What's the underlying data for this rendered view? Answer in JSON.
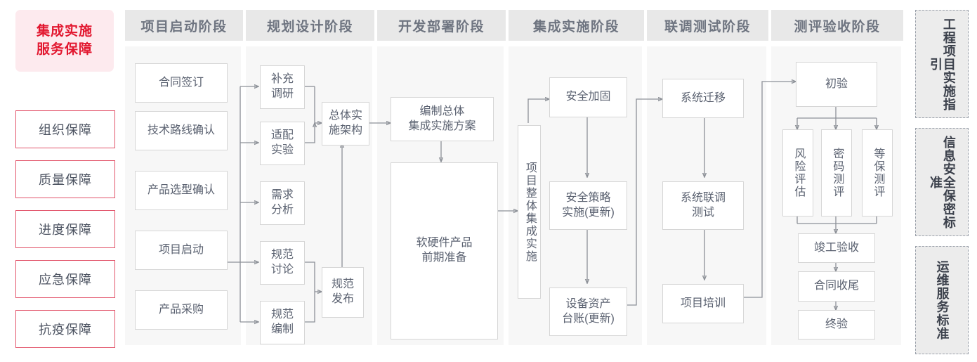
{
  "left_panel": {
    "title": "集成实施\n服务保障",
    "title_line1": "集成实施",
    "title_line2": "服务保障",
    "accent_color": "#e2172f",
    "border_color": "#e2556b",
    "background_color": "#fdeaee",
    "items": [
      {
        "label": "组织保障"
      },
      {
        "label": "质量保障"
      },
      {
        "label": "进度保障"
      },
      {
        "label": "应急保障"
      },
      {
        "label": "抗疫保障"
      }
    ]
  },
  "phases": [
    {
      "id": "startup",
      "header": "项目启动阶段",
      "nodes": [
        {
          "id": "contract",
          "label": "合同签订"
        },
        {
          "id": "tech-route",
          "label": "技术路线确认"
        },
        {
          "id": "product-select",
          "label": "产品选型确认"
        },
        {
          "id": "project-start",
          "label": "项目启动"
        },
        {
          "id": "product-purchase",
          "label": "产品采购"
        }
      ]
    },
    {
      "id": "planning",
      "header": "规划设计阶段",
      "nodes": [
        {
          "id": "supp-research",
          "label": "补充\n调研",
          "line1": "补充",
          "line2": "调研"
        },
        {
          "id": "adapt-test",
          "label": "适配\n实验",
          "line1": "适配",
          "line2": "实验"
        },
        {
          "id": "req-analysis",
          "label": "需求\n分析",
          "line1": "需求",
          "line2": "分析"
        },
        {
          "id": "spec-discuss",
          "label": "规范\n讨论",
          "line1": "规范",
          "line2": "讨论"
        },
        {
          "id": "spec-draft",
          "label": "规范\n编制",
          "line1": "规范",
          "line2": "编制"
        },
        {
          "id": "overall-arch",
          "label": "总体实\n施架构",
          "line1": "总体实",
          "line2": "施架构"
        },
        {
          "id": "spec-release",
          "label": "规范\n发布",
          "line1": "规范",
          "line2": "发布"
        }
      ]
    },
    {
      "id": "development",
      "header": "开发部署阶段",
      "nodes": [
        {
          "id": "overall-plan",
          "label": "编制总体\n集成实施方案",
          "line1": "编制总体",
          "line2": "集成实施方案"
        },
        {
          "id": "hw-sw-prep",
          "label": "软硬件产品\n前期准备",
          "line1": "软硬件产品",
          "line2": "前期准备"
        }
      ]
    },
    {
      "id": "integration",
      "header": "集成实施阶段",
      "nodes": [
        {
          "id": "overall-integration",
          "label": "项目整体集成实施",
          "vertical": true
        },
        {
          "id": "sec-hardening",
          "label": "安全加固"
        },
        {
          "id": "sec-policy",
          "label": "安全策略\n实施(更新)",
          "line1": "安全策略",
          "line2": "实施(更新)"
        },
        {
          "id": "asset-ledger",
          "label": "设备资产\n台账(更新)",
          "line1": "设备资产",
          "line2": "台账(更新)"
        }
      ]
    },
    {
      "id": "joint-test",
      "header": "联调测试阶段",
      "nodes": [
        {
          "id": "sys-migration",
          "label": "系统迁移"
        },
        {
          "id": "sys-joint-test",
          "label": "系统联调\n测试",
          "line1": "系统联调",
          "line2": "测试"
        },
        {
          "id": "project-training",
          "label": "项目培训"
        }
      ]
    },
    {
      "id": "acceptance",
      "header": "测评验收阶段",
      "nodes": [
        {
          "id": "initial-accept",
          "label": "初验"
        },
        {
          "id": "risk-assess",
          "label": "风险评估",
          "vertical": true
        },
        {
          "id": "crypto-eval",
          "label": "密码测评",
          "vertical": true
        },
        {
          "id": "grade-eval",
          "label": "等保测评",
          "vertical": true
        },
        {
          "id": "completion-accept",
          "label": "竣工验收"
        },
        {
          "id": "contract-close",
          "label": "合同收尾"
        },
        {
          "id": "final-accept",
          "label": "终验"
        }
      ]
    }
  ],
  "standards": [
    {
      "id": "eng-guide",
      "label": "工程项目实施指引"
    },
    {
      "id": "infosec-std",
      "label": "信息安全保密标准"
    },
    {
      "id": "ops-std",
      "label": "运维服务标准"
    }
  ],
  "colors": {
    "band_bg": "#f7f7f7",
    "header_bg": "#e8e8e8",
    "header_text": "#6e7480",
    "node_border": "#d6d6d6",
    "node_text": "#5a6170",
    "connector": "#8d9198",
    "standards_bg": "#ececec",
    "standards_border": "#9aa0aa"
  }
}
